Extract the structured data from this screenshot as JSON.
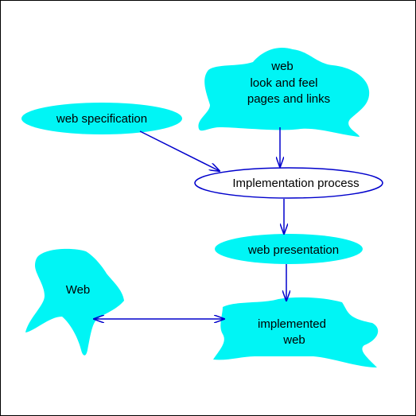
{
  "colors": {
    "shape_fill": "#00f5f5",
    "arrow": "#0000cc",
    "process_border": "#0000cc",
    "text": "#000000",
    "background": "#ffffff",
    "frame": "#000000"
  },
  "nodes": {
    "web_look_and_feel": {
      "line1": "web",
      "line2": "look and feel",
      "line3": "pages and links"
    },
    "web_specification": {
      "label": "web specification"
    },
    "implementation_process": {
      "label": "Implementation process"
    },
    "web_presentation": {
      "label": "web presentation"
    },
    "web": {
      "label": "Web"
    },
    "implemented_web": {
      "line1": "implemented",
      "line2": "web"
    }
  }
}
